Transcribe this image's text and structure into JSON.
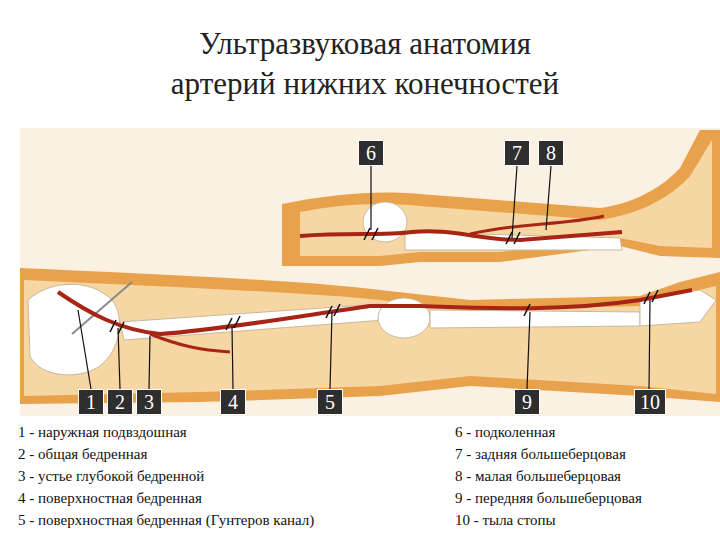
{
  "diagram": {
    "title": "Ультразвуковая анатомия артерий нижних конечностей",
    "nodes": [
      {
        "text": [
          "6"
        ]
      },
      {
        "text": [
          "7"
        ]
      },
      {
        "text": [
          "8"
        ]
      },
      {
        "text": [
          "1"
        ]
      },
      {
        "text": [
          "2"
        ]
      },
      {
        "text": [
          "3"
        ]
      },
      {
        "text": [
          "4"
        ]
      },
      {
        "text": [
          "5"
        ]
      },
      {
        "text": [
          "9"
        ]
      },
      {
        "text": [
          "10"
        ]
      }
    ],
    "labels": [
      "1 - наружная подвздошная",
      "2 - общая бедренная",
      "3 - устье глубокой бедренной",
      "4 - поверхностная бедренная",
      "5 - поверхностная бедренная (Гунтеров канал)",
      "6 - подколенная",
      "7 - задняя большеберцовая",
      "8 - малая большеберцовая",
      "9 - передняя большеберцовая",
      "10 - тыла стопы"
    ]
  }
}
